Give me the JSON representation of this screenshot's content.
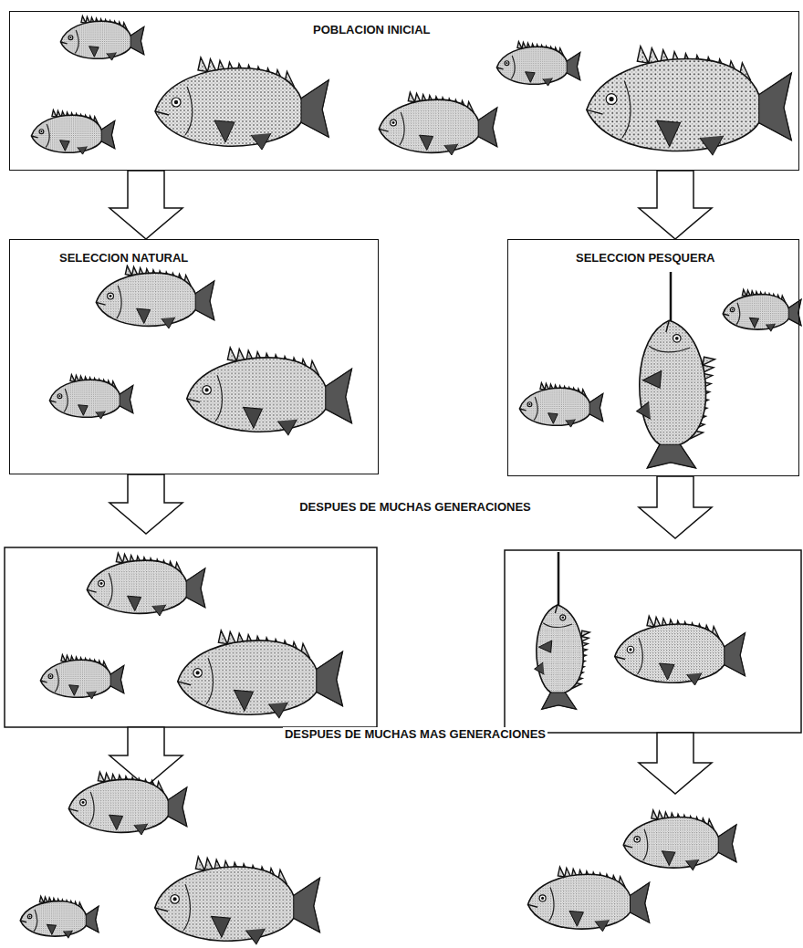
{
  "diagram": {
    "nodes": [
      {
        "text": [
          "POBLACION INICIAL"
        ]
      },
      {
        "text": [
          "SELECCION NATURAL"
        ]
      },
      {
        "text": [
          "SELECCION PESQUERA"
        ]
      }
    ],
    "edges": [
      {
        "from": 0,
        "to": 1,
        "arrow": "to"
      },
      {
        "from": 0,
        "to": 2,
        "arrow": "to"
      }
    ],
    "labels": [
      "DESPUES DE MUCHAS GENERACIONES",
      "DESPUES DE MUCHAS MAS GENERACIONES"
    ]
  }
}
